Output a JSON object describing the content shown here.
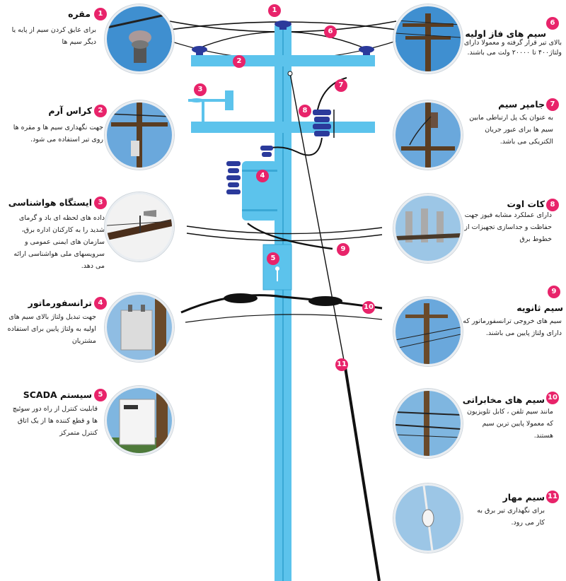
{
  "accent_color": "#e8236a",
  "pole_color": "#5cc3ec",
  "callouts": [
    {
      "num": "1",
      "title": "مقره",
      "desc": "برای عایق کردن سیم از پایه یا دیگر سیم ها",
      "icon": "insulator-photo"
    },
    {
      "num": "2",
      "title": "کراس آرم",
      "desc": "جهت نگهداری سیم ها و مقره ها روی تیر استفاده می شود.",
      "icon": "crossarm-photo"
    },
    {
      "num": "3",
      "title": "ایستگاه هواشناسی",
      "desc": "داده های لحظه ای باد و گرمای شدید را به کارکنان اداره برق، سازمان های ایمنی عمومی و سرویسهای ملی هواشناسی ارائه می دهد.",
      "icon": "weather-station-photo"
    },
    {
      "num": "4",
      "title": "ترانسفورماتور",
      "desc": "جهت تبدیل ولتاژ بالای سیم های اولیه به ولتاژ پایین برای استفاده مشتریان",
      "icon": "transformer-photo"
    },
    {
      "num": "5",
      "title": "سیستم SCADA",
      "desc": "قابلیت کنترل از راه دور سوئیچ ها و قطع کننده ها از یک اتاق کنترل متمرکز",
      "icon": "scada-photo"
    },
    {
      "num": "6",
      "title": "سیم های فاز اولیه",
      "desc": "بالای تیر قرار گرفته و معمولا دارای ولتاژ۴۰۰ تا ۲۰۰۰۰ ولت می باشند.",
      "icon": "primary-wires-photo"
    },
    {
      "num": "7",
      "title": "جامپر سیم",
      "desc": "به عنوان یک پل ارتباطی مابین سیم ها برای عبور جریان الکتریکی می باشد.",
      "icon": "jumper-photo"
    },
    {
      "num": "8",
      "title": "کات اوت",
      "desc": "دارای عملکرد مشابه فیوز جهت حفاظت و جداسازی تجهیزات از خطوط برق",
      "icon": "cutout-photo"
    },
    {
      "num": "9",
      "title": "سیم ثانویه",
      "desc": "سیم های خروجی ترانسفورماتور که دارای ولتاژ پایین می باشند.",
      "icon": "secondary-wires-photo"
    },
    {
      "num": "10",
      "title": "سیم های مخابراتی",
      "desc": "مانند سیم تلفن ، کابل تلویزیون که معمولا پایین ترین سیم هستند.",
      "icon": "telecom-wires-photo"
    },
    {
      "num": "11",
      "title": "سیم مهار",
      "desc": "برای نگهداری تیر برق به کار می رود.",
      "icon": "guy-wire-photo"
    }
  ]
}
